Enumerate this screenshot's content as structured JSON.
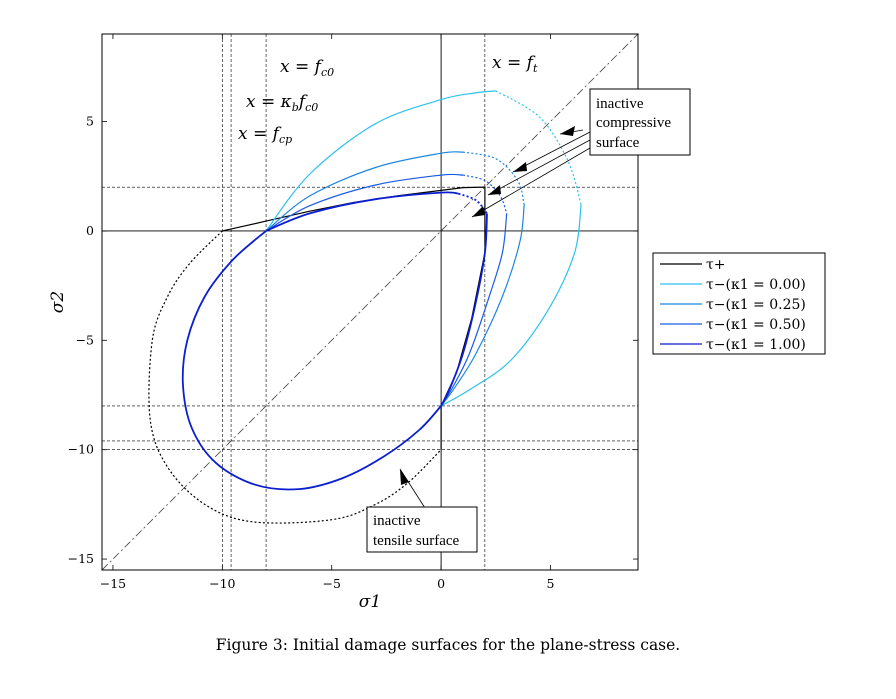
{
  "caption": "Figure 3: Initial damage surfaces for the plane-stress case.",
  "chart_data": {
    "type": "line",
    "xlabel": "σ1",
    "ylabel": "σ2",
    "xlim": [
      -15.5,
      9
    ],
    "ylim": [
      -15.5,
      9
    ],
    "xticks": [
      -15,
      -10,
      -5,
      0,
      5
    ],
    "yticks": [
      -15,
      -10,
      -5,
      0,
      5
    ],
    "xtick_labels": [
      "−15",
      "−10",
      "−5",
      "0",
      "5"
    ],
    "ytick_labels": [
      "−15",
      "−10",
      "−5",
      "0",
      "5"
    ],
    "reference_lines": {
      "x": [
        -10,
        -9.6,
        -8,
        0,
        2
      ],
      "y": [
        -10,
        -9.6,
        -8,
        0,
        2
      ],
      "diagonal": [
        [
          -15.5,
          -15.5
        ],
        [
          9,
          9
        ]
      ]
    },
    "annotations": [
      {
        "text": "x = fc0",
        "math_base": "x = f",
        "math_sub": "c0"
      },
      {
        "text": "x = κb fc0",
        "math_base": "x = κ",
        "math_sub": "b",
        "math_tail": "f",
        "math_sub2": "c0"
      },
      {
        "text": "x = fcp",
        "math_base": "x = f",
        "math_sub": "cp"
      },
      {
        "text": "x = ft",
        "math_base": "x = f",
        "math_sub": "t"
      }
    ],
    "callouts": [
      {
        "lines": [
          "inactive",
          "compressive",
          "surface"
        ]
      },
      {
        "lines": [
          "inactive",
          "tensile surface"
        ]
      }
    ],
    "legend_position": "right",
    "series": [
      {
        "name": "τ+",
        "color": "#000000",
        "segments": [
          {
            "style": "solid",
            "points": [
              [
                -10,
                0
              ],
              [
                -9,
                0.22
              ],
              [
                -8,
                0.45
              ],
              [
                -6,
                0.9
              ],
              [
                -4,
                1.3
              ],
              [
                -2,
                1.6
              ],
              [
                0,
                1.85
              ],
              [
                1,
                1.98
              ],
              [
                2,
                2
              ],
              [
                2,
                0
              ],
              [
                2,
                -1
              ],
              [
                1.4,
                -4
              ],
              [
                0.7,
                -6.5
              ],
              [
                0,
                -8
              ],
              [
                0,
                -10
              ]
            ]
          },
          {
            "style": "dotted",
            "points": [
              [
                -10,
                0
              ],
              [
                -11.5,
                -1.5
              ],
              [
                -12.5,
                -3
              ],
              [
                -13.2,
                -5
              ],
              [
                -13.3,
                -8.6
              ],
              [
                -12.5,
                -10.8
              ],
              [
                -10.8,
                -12.5
              ],
              [
                -8.6,
                -13.3
              ],
              [
                -5,
                -13.2
              ],
              [
                -3,
                -12.5
              ],
              [
                -1.5,
                -11.5
              ],
              [
                0,
                -10
              ]
            ]
          }
        ]
      },
      {
        "name": "τ−(κ1 = 0.00)",
        "color": "#2cc2f0",
        "segments": [
          {
            "style": "solid",
            "points": [
              [
                -8,
                0
              ],
              [
                -6,
                2.6
              ],
              [
                -3,
                4.9
              ],
              [
                0,
                6
              ],
              [
                1.5,
                6.3
              ],
              [
                2.5,
                6.4
              ]
            ]
          },
          {
            "style": "dotted",
            "points": [
              [
                2.5,
                6.4
              ],
              [
                4.5,
                5.2
              ],
              [
                5.8,
                3.2
              ],
              [
                6.4,
                1.2
              ]
            ]
          },
          {
            "style": "solid",
            "points": [
              [
                6.4,
                1.2
              ],
              [
                6.1,
                -1
              ],
              [
                4.9,
                -3.6
              ],
              [
                3.2,
                -5.9
              ],
              [
                1.4,
                -7.2
              ],
              [
                0,
                -8
              ]
            ]
          }
        ]
      },
      {
        "name": "τ−(κ1 = 0.25)",
        "color": "#1e86e0",
        "segments": [
          {
            "style": "solid",
            "points": [
              [
                -8,
                0
              ],
              [
                -6,
                1.6
              ],
              [
                -3,
                2.9
              ],
              [
                0,
                3.55
              ],
              [
                1,
                3.6
              ]
            ]
          },
          {
            "style": "dotted",
            "points": [
              [
                1,
                3.6
              ],
              [
                2.5,
                3.3
              ],
              [
                3.5,
                2.3
              ],
              [
                3.8,
                1.2
              ]
            ]
          },
          {
            "style": "solid",
            "points": [
              [
                3.8,
                1.2
              ],
              [
                3.6,
                -0.5
              ],
              [
                2.8,
                -3
              ],
              [
                1.6,
                -5.6
              ],
              [
                0.6,
                -7.2
              ],
              [
                0,
                -8
              ]
            ]
          }
        ]
      },
      {
        "name": "τ−(κ1 = 0.50)",
        "color": "#1a5ce8",
        "segments": [
          {
            "style": "solid",
            "points": [
              [
                -8,
                0
              ],
              [
                -6,
                1.15
              ],
              [
                -3,
                2.1
              ],
              [
                0,
                2.55
              ],
              [
                1,
                2.55
              ]
            ]
          },
          {
            "style": "dotted",
            "points": [
              [
                1,
                2.55
              ],
              [
                2,
                2.3
              ],
              [
                2.7,
                1.6
              ],
              [
                3,
                0.8
              ]
            ]
          },
          {
            "style": "solid",
            "points": [
              [
                3,
                0.8
              ],
              [
                2.8,
                -1
              ],
              [
                2.2,
                -3
              ],
              [
                1.3,
                -5.6
              ],
              [
                0.5,
                -7.2
              ],
              [
                0,
                -8
              ]
            ]
          }
        ]
      },
      {
        "name": "τ−(κ1 = 1.00)",
        "color": "#0b1ed0",
        "segments": [
          {
            "style": "solid",
            "points": [
              [
                -8,
                0
              ],
              [
                -9.5,
                -1.3
              ],
              [
                -10.8,
                -3
              ],
              [
                -11.6,
                -5
              ],
              [
                -11.8,
                -7
              ],
              [
                -11.4,
                -9
              ],
              [
                -10.3,
                -10.6
              ],
              [
                -8.5,
                -11.6
              ],
              [
                -6.5,
                -11.8
              ],
              [
                -4.5,
                -11.3
              ],
              [
                -2.6,
                -10.3
              ],
              [
                -1,
                -9.1
              ],
              [
                0,
                -8
              ]
            ]
          },
          {
            "style": "solid",
            "points": [
              [
                -8,
                0
              ],
              [
                -6,
                0.8
              ],
              [
                -3,
                1.45
              ],
              [
                0,
                1.75
              ],
              [
                0.8,
                1.7
              ]
            ]
          },
          {
            "style": "dotted",
            "points": [
              [
                0.8,
                1.7
              ],
              [
                1.6,
                1.4
              ],
              [
                2.1,
                0.8
              ]
            ]
          },
          {
            "style": "solid",
            "points": [
              [
                2.1,
                0.8
              ],
              [
                2,
                -1
              ],
              [
                1.6,
                -3.2
              ],
              [
                1,
                -5.6
              ],
              [
                0.4,
                -7.2
              ],
              [
                0,
                -8
              ]
            ]
          }
        ]
      }
    ]
  }
}
